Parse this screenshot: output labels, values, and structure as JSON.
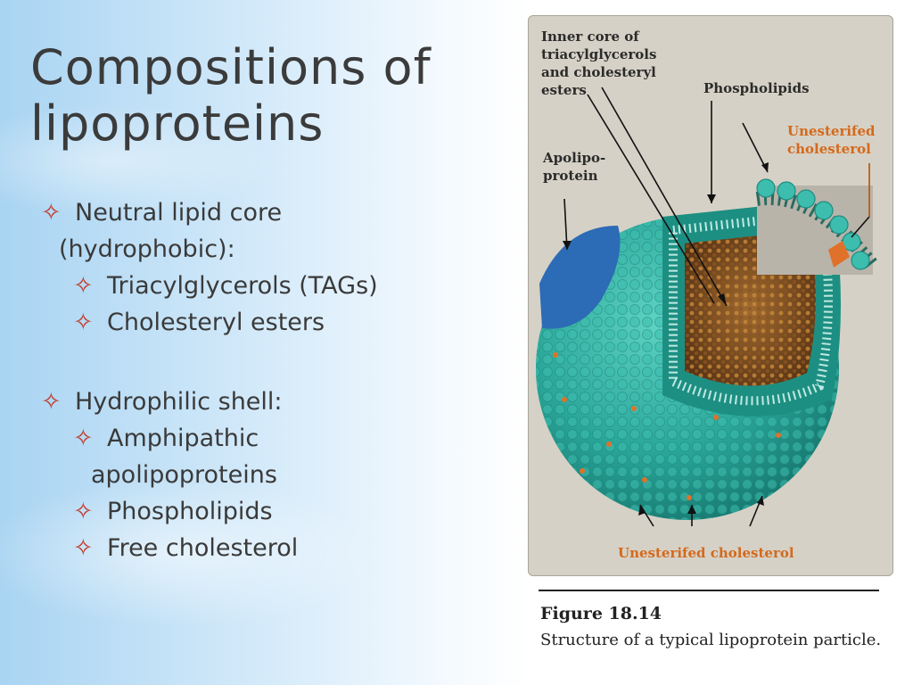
{
  "slide": {
    "title_line1": "Compositions of",
    "title_line2": "lipoproteins",
    "bullet_symbol": "✧",
    "bullets": [
      {
        "line1": "Neutral lipid core",
        "line2": "(hydrophobic):"
      },
      {
        "text": "Triacylglycerols (TAGs)"
      },
      {
        "text": "Cholesteryl esters"
      },
      {
        "text": "Hydrophilic shell:"
      },
      {
        "line1": "Amphipathic",
        "line2": "apolipoproteins"
      },
      {
        "text": "Phospholipids"
      },
      {
        "text": "Free cholesterol"
      }
    ]
  },
  "figure": {
    "labels": {
      "inner_core": [
        "Inner core of",
        "triacylglycerols",
        "and cholesteryl",
        "esters"
      ],
      "phospholipids": "Phospholipids",
      "unesterified_top": [
        "Unesterifed",
        "cholesterol"
      ],
      "apolipoprotein": [
        "Apolipo-",
        "protein"
      ],
      "unesterified_bottom": "Unesterifed cholesterol"
    },
    "number": "Figure 18.14",
    "caption": "Structure of a typical lipoprotein particle.",
    "colors": {
      "shell": "#2aa79a",
      "core": "#7a4a20",
      "apoprotein": "#2c6bb5",
      "cholesterol": "#e0712a",
      "label_orange": "#d36a1c"
    }
  }
}
